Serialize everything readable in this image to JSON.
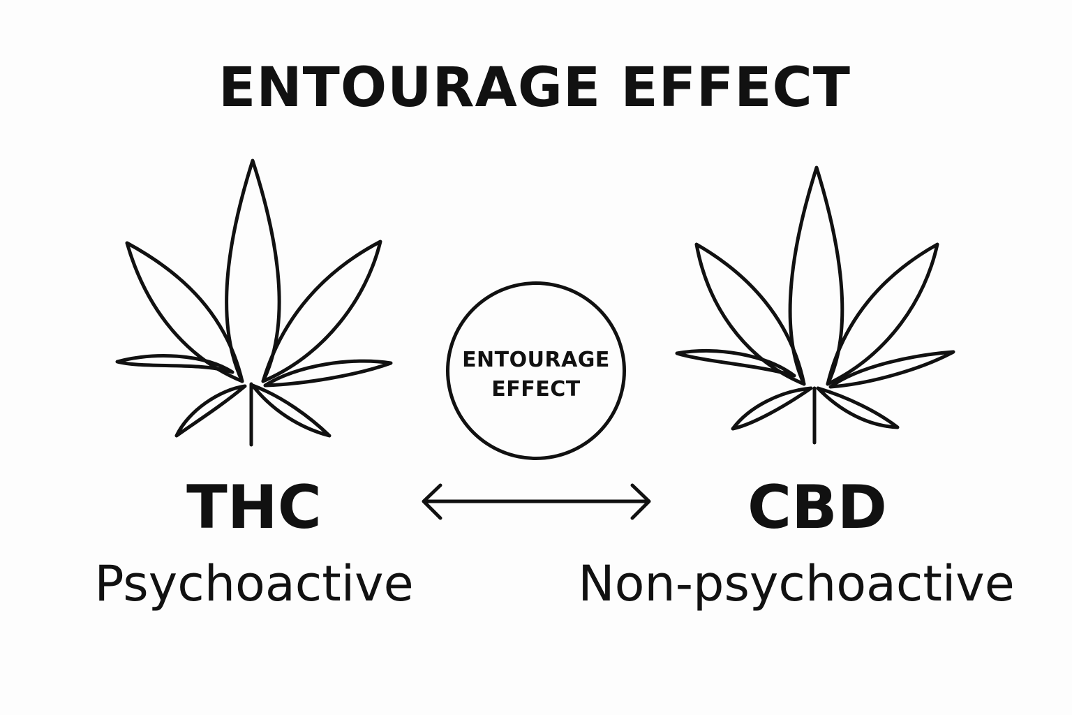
{
  "title": "ENTOURAGE EFFECT",
  "center": {
    "line1": "ENTOURAGE",
    "line2": "EFFECT"
  },
  "left": {
    "compound": "THC",
    "effect": "Psychoactive",
    "icon": "cannabis-leaf-icon"
  },
  "right": {
    "compound": "CBD",
    "effect": "Non-psychoactive",
    "icon": "cannabis-leaf-icon"
  },
  "connector": {
    "icon": "double-arrow-icon"
  },
  "colors": {
    "background": "#fdfdfd",
    "ink": "#111111"
  }
}
